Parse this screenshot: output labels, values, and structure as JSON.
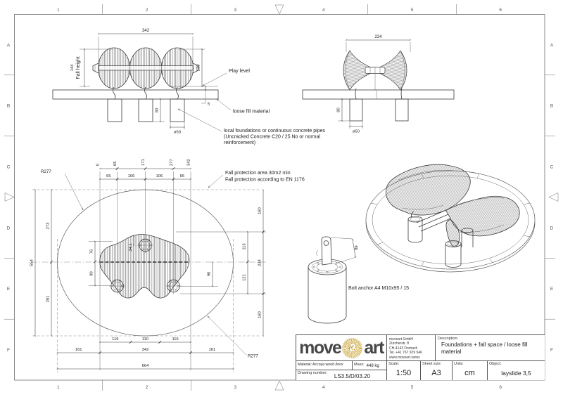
{
  "border": {
    "columns": [
      "1",
      "2",
      "3",
      "4",
      "5",
      "6"
    ],
    "rows": [
      "A",
      "B",
      "C",
      "D",
      "E",
      "F"
    ]
  },
  "front_view": {
    "width": "342",
    "fall_height_label": "Fall height",
    "fall_height": "144",
    "height_right": "139",
    "fill_depth": "5",
    "foundation_depth": "80",
    "foundation_dia": "ø50",
    "ann_play_level": "Play level",
    "ann_loose_fill": "loose fill material",
    "ann_foundations_1": "local foundations or continuous concrete pipes",
    "ann_foundations_2": "(Uncracked Concrete C20 / 25 No or normal",
    "ann_foundations_3": "reinforcement)"
  },
  "side_view": {
    "width": "234",
    "foundation_depth": "80",
    "foundation_dia": "ø50"
  },
  "plan_view": {
    "ann_fall_1": "Fall protection area 30m2 min",
    "ann_fall_2": "Fall protection according to EN 1176",
    "radius_tl": "R277",
    "radius_br": "R277",
    "run_dims": [
      "0",
      "65",
      "171",
      "277",
      "342"
    ],
    "seg_dims": [
      "65",
      "106",
      "106",
      "65"
    ],
    "left_total": "554",
    "left_upper": "273",
    "left_lower": "281",
    "inner_upper": "76",
    "inner_lower": "90",
    "inner_offset": "34,1",
    "inner_right": "90",
    "right_inner_upper": "113",
    "right_inner_lower": "121",
    "right_outer": [
      "160",
      "234",
      "160"
    ],
    "bottom_row1": [
      "116",
      "110",
      "116"
    ],
    "bottom_row2": [
      "161",
      "342",
      "161"
    ],
    "bottom_total": "664"
  },
  "detail": {
    "dim": "89",
    "label": "Bolt anchor A4 M10x95 / 15"
  },
  "title_block": {
    "logo": {
      "move": "move",
      "art": "art",
      "icon": "sunburst-icon",
      "icon_char": "2",
      "color": "#c49a1f"
    },
    "company": [
      "moveart GmbH",
      "Zürcherstr. 8",
      "CH-4143 Dornach",
      "Tel. +41 767 929 546",
      "www.moveart.swiss"
    ],
    "description_label": "Description:",
    "description_1": "Foundations + fall space / loose fill",
    "description_2": "material",
    "material_label": "Material: Accoya wood /Inox",
    "mass_label": "Mass:",
    "mass_value": "448 kg",
    "drawing_number_label": "Drawing number:",
    "drawing_number": "LS3.5/D/03.20",
    "scale_label": "Scale:",
    "scale_value": "1:50",
    "sheet_label": "Sheet size:",
    "sheet_value": "A3",
    "units_label": "Units",
    "units_value": "cm",
    "object_label": "Object:",
    "object_value": "layslide 3,5"
  }
}
